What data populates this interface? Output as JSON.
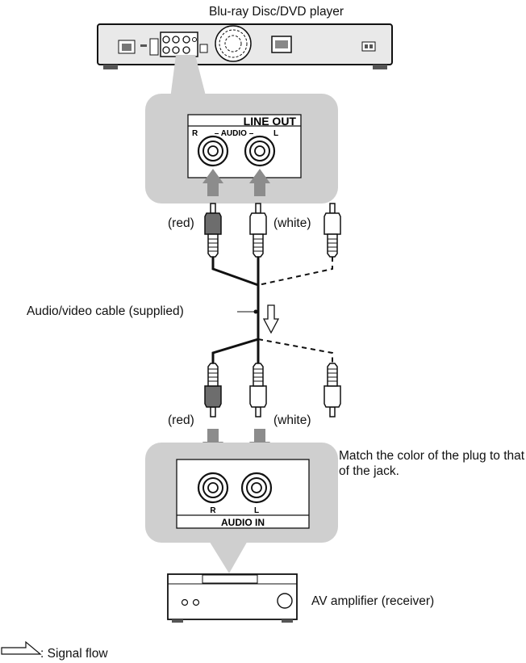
{
  "player_label": "Blu-ray Disc/DVD player",
  "line_out_title": "LINE OUT",
  "line_out_audio": "– AUDIO –",
  "line_out_r": "R",
  "line_out_l": "L",
  "top_red": "(red)",
  "top_white": "(white)",
  "cable_label": "Audio/video cable (supplied)",
  "bottom_red": "(red)",
  "bottom_white": "(white)",
  "match_note": "Match the color of the plug to that of the jack.",
  "audio_in_title": "AUDIO IN",
  "audio_in_r": "R",
  "audio_in_l": "L",
  "amp_label": "AV amplifier (receiver)",
  "signal_flow_label": ": Signal flow",
  "colors": {
    "callout_gray": "#cfcfcf",
    "arrow_gray": "#8c8c8c",
    "red_plug": "#6d6d6d"
  }
}
